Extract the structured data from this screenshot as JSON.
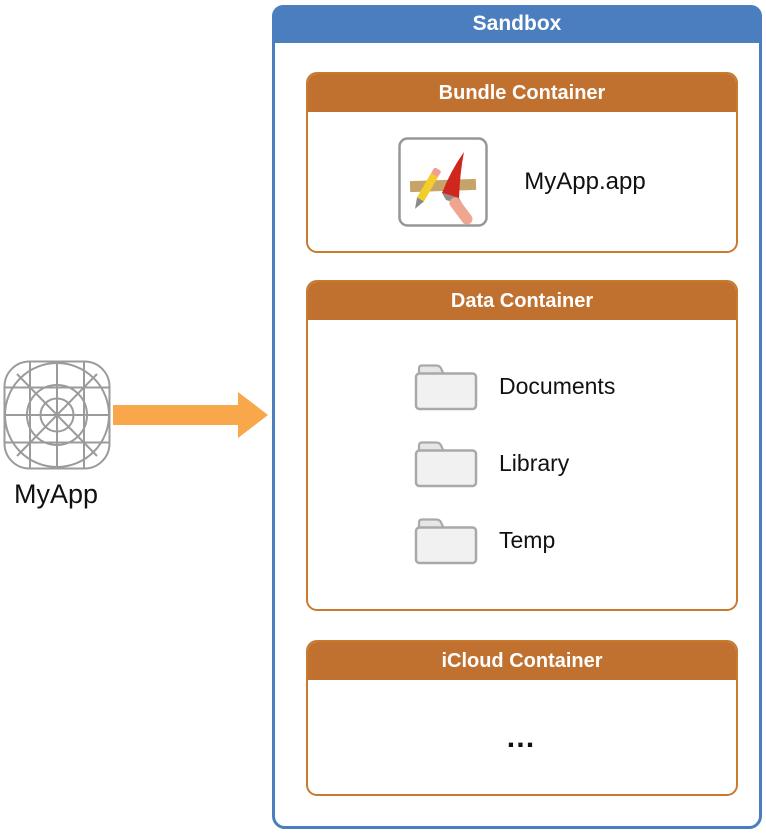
{
  "app": {
    "label": "MyApp",
    "icon": "app-grid-icon"
  },
  "arrow": {
    "icon": "arrow-right-icon"
  },
  "sandbox": {
    "title": "Sandbox",
    "bundle_container": {
      "title": "Bundle Container",
      "app_bundle": {
        "icon": "app-bundle-icon",
        "label": "MyApp.app"
      }
    },
    "data_container": {
      "title": "Data Container",
      "folders": [
        {
          "icon": "folder-icon",
          "label": "Documents"
        },
        {
          "icon": "folder-icon",
          "label": "Library"
        },
        {
          "icon": "folder-icon",
          "label": "Temp"
        }
      ]
    },
    "icloud_container": {
      "title": "iCloud Container",
      "placeholder": "…"
    }
  },
  "colors": {
    "sandbox_blue": "#4A7EBF",
    "container_orange": "#C1712F",
    "container_border_orange": "#C97A2F",
    "arrow_orange": "#F8A74A",
    "wireframe_gray": "#9B9B9B",
    "folder_gray": "#A9A9A9"
  }
}
